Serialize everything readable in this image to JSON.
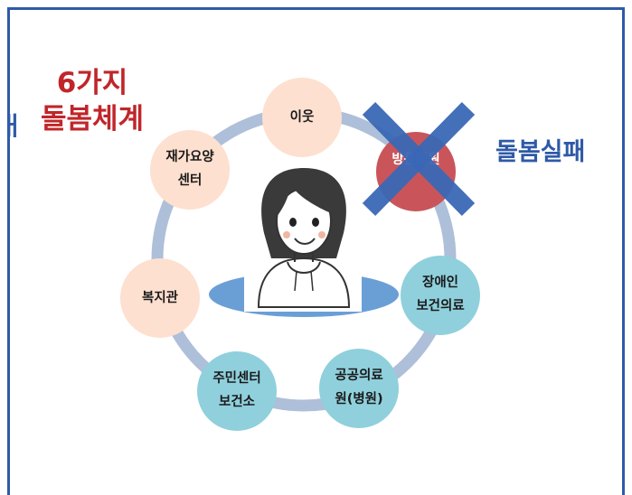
{
  "diagram": {
    "title_line1": "6가지",
    "title_line2": "돌봄체계",
    "edge_fragment": "ㅐ",
    "status": "돌봄실패",
    "nodes": [
      {
        "id": "neighbor",
        "label": "이웃",
        "color": "#fde0cf"
      },
      {
        "id": "visit-clinic",
        "label": "방문의원",
        "color": "#c9555a",
        "crossed_out": true
      },
      {
        "id": "disability-care",
        "label": "장애인\n보건의료",
        "color": "#8fd0dc"
      },
      {
        "id": "public-hospital",
        "label": "공공의료\n원(병원)",
        "color": "#8fd0dc"
      },
      {
        "id": "health-center",
        "label": "주민센터\n보건소",
        "color": "#8fd0dc"
      },
      {
        "id": "welfare-center",
        "label": "복지관",
        "color": "#fde0cf"
      },
      {
        "id": "home-care",
        "label": "재가요양\n센터",
        "color": "#fde0cf"
      }
    ],
    "colors": {
      "ring": "#aebfd9",
      "title": "#c0262a",
      "accent": "#2e5aa7",
      "platform": "#6a9fd6",
      "cross": "#3a68b6"
    }
  }
}
